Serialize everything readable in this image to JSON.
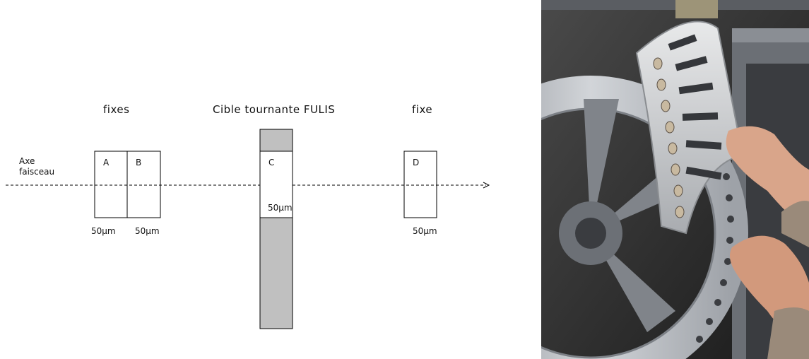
{
  "diagram": {
    "axis_label_line1": "Axe",
    "axis_label_line2": "faisceau",
    "group_fixed_left": "fixes",
    "group_rotating": "Cible tournante FULIS",
    "group_fixed_right": "fixe",
    "targets": [
      {
        "id": "A",
        "thickness": "50µm"
      },
      {
        "id": "B",
        "thickness": "50µm"
      },
      {
        "id": "C",
        "thickness": "50µm"
      },
      {
        "id": "D",
        "thickness": "50µm"
      }
    ]
  },
  "colors": {
    "rotating_fill": "#c0c0c0",
    "stroke": "#000000",
    "photo_bg": "#2a2a2a",
    "metal": "#c9ccd0",
    "skin": "#d9a58a",
    "sleeve": "#9a8a7a"
  }
}
